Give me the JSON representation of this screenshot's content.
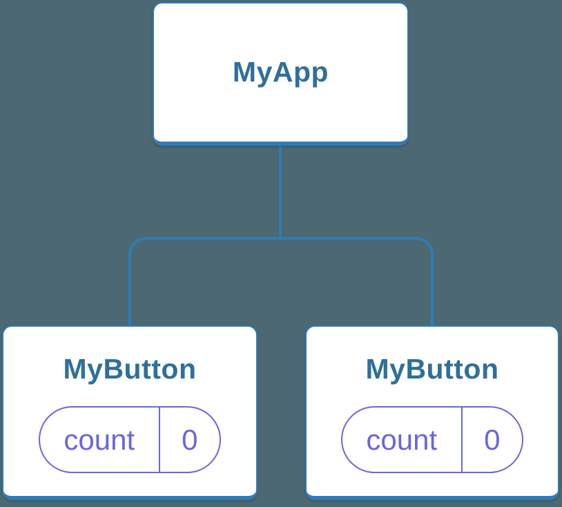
{
  "diagram": {
    "type": "component-tree",
    "colors": {
      "background": "#4c6872",
      "connector_and_border": "#2e7cb6",
      "label_text": "#2f6f9b",
      "state_accent": "#6966db",
      "node_fill": "#ffffff"
    },
    "root": {
      "label": "MyApp"
    },
    "children": [
      {
        "label": "MyButton",
        "state": {
          "key": "count",
          "value": "0"
        }
      },
      {
        "label": "MyButton",
        "state": {
          "key": "count",
          "value": "0"
        }
      }
    ]
  }
}
